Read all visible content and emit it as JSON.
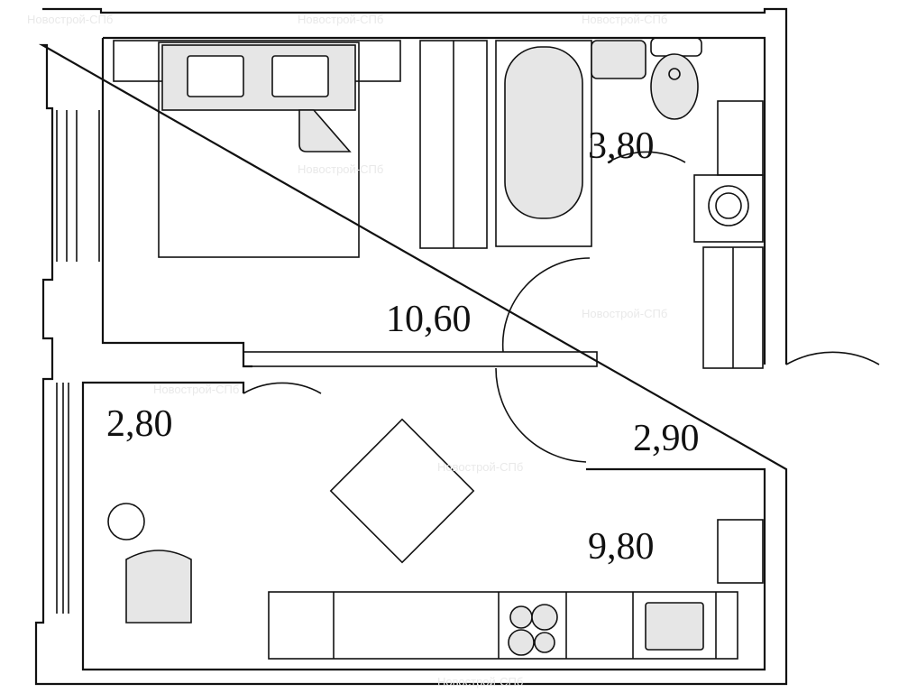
{
  "plan": {
    "rooms": [
      {
        "id": "bedroom-living",
        "area": "10,60"
      },
      {
        "id": "bathroom",
        "area": "3,80"
      },
      {
        "id": "balcony",
        "area": "2,80"
      },
      {
        "id": "hallway",
        "area": "2,90"
      },
      {
        "id": "kitchen",
        "area": "9,80"
      }
    ],
    "watermark": "Новострой-СПб"
  }
}
